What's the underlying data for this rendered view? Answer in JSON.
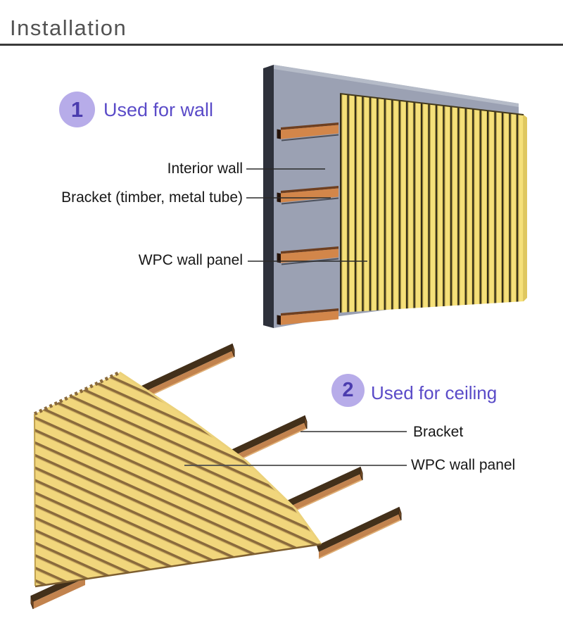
{
  "page": {
    "title": "Installation"
  },
  "sections": [
    {
      "badge": "1",
      "heading": "Used for wall",
      "labels": {
        "interior_wall": "Interior wall",
        "bracket": "Bracket (timber, metal tube)",
        "panel": "WPC wall panel"
      }
    },
    {
      "badge": "2",
      "heading": "Used for ceiling",
      "labels": {
        "bracket": "Bracket",
        "panel": "WPC wall panel"
      }
    }
  ],
  "colors": {
    "title_gray": "#525252",
    "line_dark": "#3a3a3a",
    "accent_purple": "#5a4bc8",
    "badge_bg": "#b7ace9",
    "badge_number": "#4b3cae",
    "text_dark": "#171717",
    "wall_gray": "#9ba1b3",
    "panel_yellow": "#f5e07a",
    "ceiling_yellow": "#f1d67c",
    "groove_brown": "#8a6a3c",
    "bracket_orange": "#d2864a"
  }
}
